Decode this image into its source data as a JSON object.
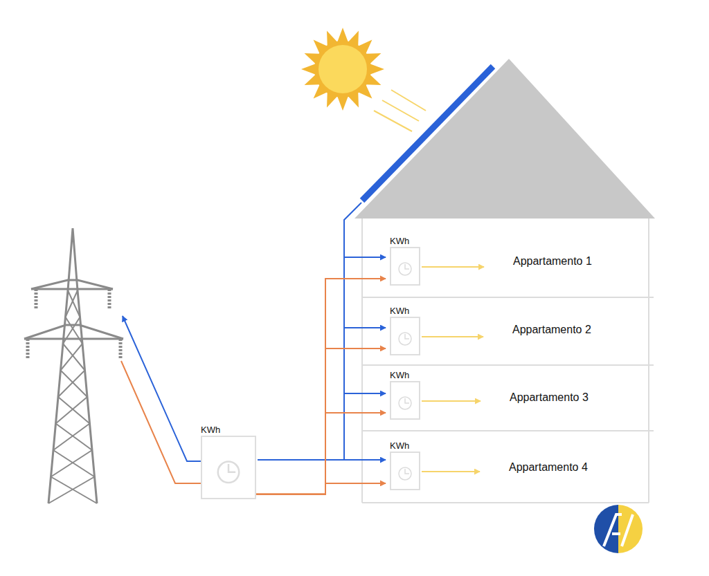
{
  "diagram": {
    "nodes": [
      {
        "text": [
          "KWh"
        ]
      },
      {
        "text": [
          "KWh"
        ]
      },
      {
        "text": [
          "Appartamento 1"
        ]
      },
      {
        "text": [
          "KWh"
        ]
      },
      {
        "text": [
          "Appartamento 2"
        ]
      },
      {
        "text": [
          "KWh"
        ]
      },
      {
        "text": [
          "Appartamento 3"
        ]
      },
      {
        "text": [
          "KWh"
        ]
      },
      {
        "text": [
          "Appartamento 4"
        ]
      }
    ],
    "edges": [
      {
        "from": 0,
        "to": 1,
        "arrow": "to"
      },
      {
        "from": 0,
        "to": 3,
        "arrow": "to"
      },
      {
        "from": 0,
        "to": 5,
        "arrow": "to"
      },
      {
        "from": 0,
        "to": 7,
        "arrow": "to"
      },
      {
        "from": 1,
        "to": 2,
        "arrow": "to"
      },
      {
        "from": 3,
        "to": 4,
        "arrow": "to"
      },
      {
        "from": 5,
        "to": 6,
        "arrow": "to"
      },
      {
        "from": 7,
        "to": 8,
        "arrow": "to"
      }
    ]
  }
}
